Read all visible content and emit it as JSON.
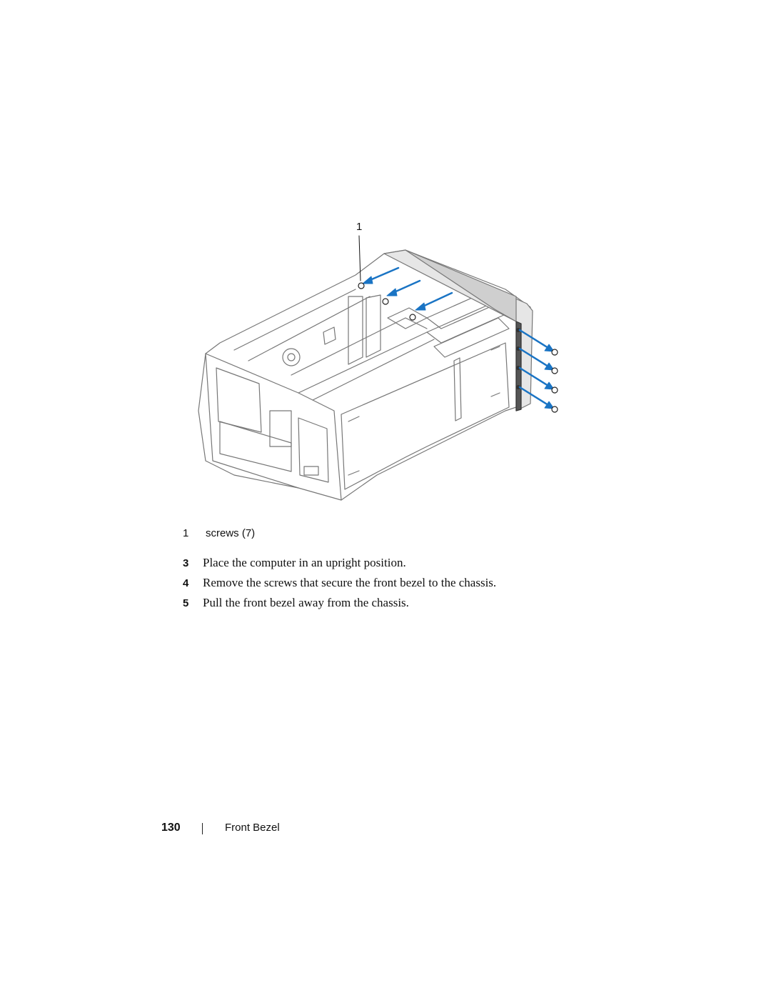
{
  "figure": {
    "callout": "1",
    "arrow_color": "#1a74c4"
  },
  "legend": [
    {
      "number": "1",
      "label": "screws (7)"
    }
  ],
  "steps": [
    {
      "number": "3",
      "text": "Place the computer in an upright position."
    },
    {
      "number": "4",
      "text": "Remove the screws that secure the front bezel to the chassis."
    },
    {
      "number": "5",
      "text": "Pull the front bezel away from the chassis."
    }
  ],
  "footer": {
    "page_number": "130",
    "section_title": "Front Bezel"
  }
}
